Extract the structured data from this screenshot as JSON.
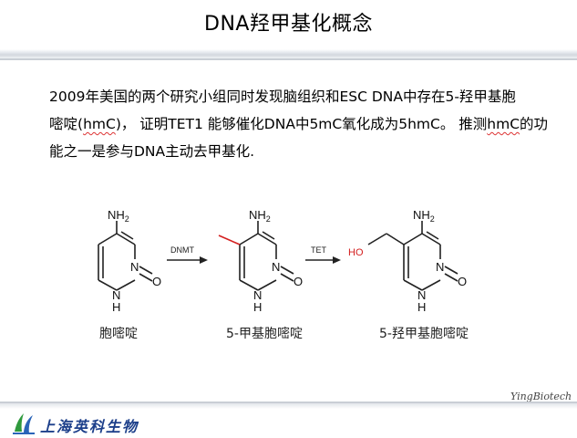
{
  "slide": {
    "title": "DNA羟甲基化概念",
    "paragraph": {
      "line1": "2009年美国的两个研究小组同时发现脑组织和ESC DNA中存在5-羟甲基胞",
      "line2_pre": "嘧啶(",
      "line2_u1": "hmC",
      "line2_mid": ")， 证明TET1 能够催化DNA中5mC氧化成为5hmC。 推测",
      "line2_u2": "hmC",
      "line2_post": "的功",
      "line3": "能之一是参与DNA主动去甲基化."
    }
  },
  "diagram": {
    "arrow1_label": "DNMT",
    "arrow2_label": "TET",
    "amine_label": "NH",
    "amine_sub": "2",
    "nitrogen": "N",
    "ring_nh": "N",
    "ring_h": "H",
    "oxygen": "O",
    "hydroxyl": "HO",
    "captions": {
      "c1": "胞嘧啶",
      "c2": "5-甲基胞嘧啶",
      "c3": "5-羟甲基胞嘧啶"
    },
    "colors": {
      "methyl": "#d42020",
      "hydroxyl": "#d42020",
      "bond": "#222222"
    }
  },
  "footer": {
    "brand_text": "YingBiotech",
    "company_name": "上海英科生物"
  }
}
